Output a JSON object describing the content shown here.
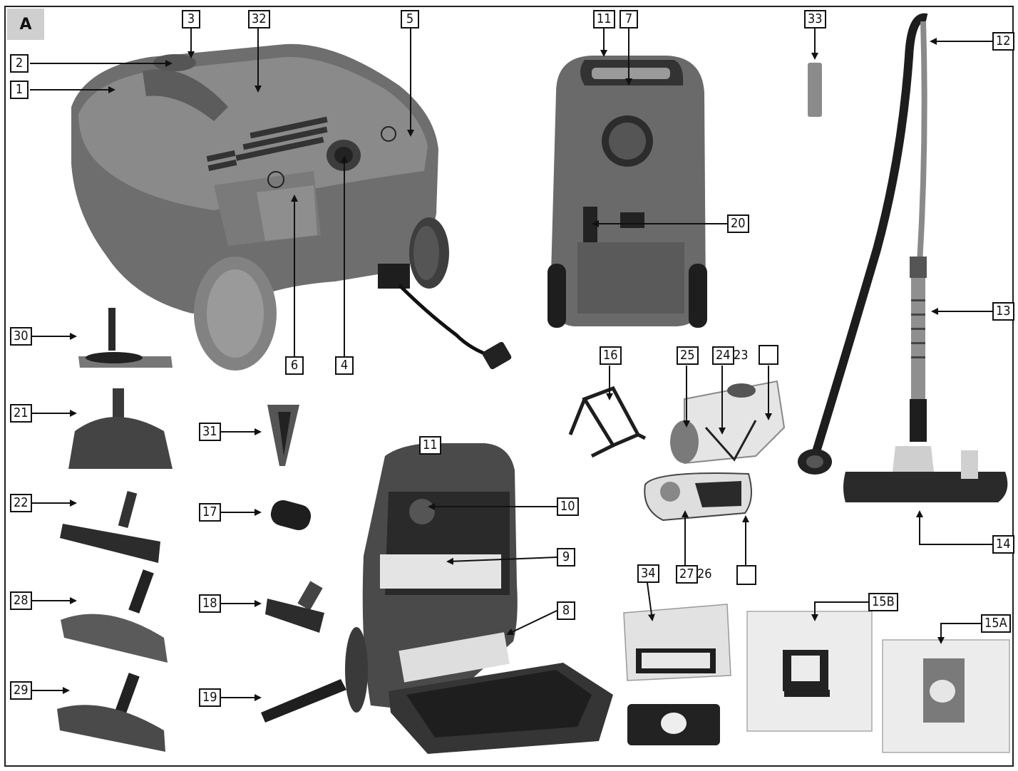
{
  "figure": {
    "panel_tag": "A",
    "callouts": {
      "c1": "1",
      "c2": "2",
      "c3": "3",
      "c32": "32",
      "c5": "5",
      "c11a": "11",
      "c7": "7",
      "c33": "33",
      "c12": "12",
      "c20": "20",
      "c13": "13",
      "c6": "6",
      "c4": "4",
      "c30": "30",
      "c16": "16",
      "c25": "25",
      "c24": "24",
      "c23": "23",
      "c_blank1": "",
      "c21": "21",
      "c31": "31",
      "c11b": "11",
      "c22": "22",
      "c17": "17",
      "c10": "10",
      "c9": "9",
      "c28": "28",
      "c18": "18",
      "c8": "8",
      "c34": "34",
      "c27": "27",
      "c26": "26",
      "c_blank2": "",
      "c15b": "15B",
      "c15a": "15A",
      "c14": "14",
      "c29": "29",
      "c19": "19"
    }
  }
}
